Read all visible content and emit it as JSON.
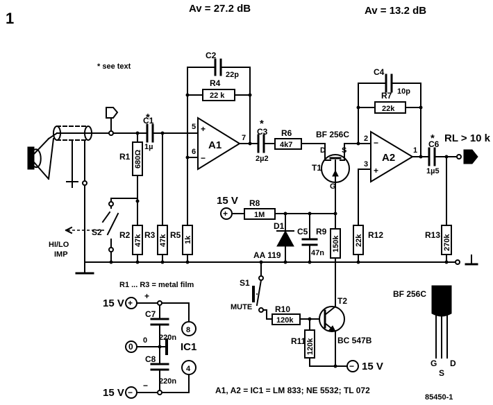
{
  "figure_number": "1",
  "gain_stage1": "Av = 27.2 dB",
  "gain_stage2": "Av = 13.2 dB",
  "note": "* see text",
  "load_label": "RL > 10 k",
  "hilo_label": "HI/LO",
  "hilo_label2": "IMP",
  "resistor_note": "R1 ... R3 = metal film",
  "opamp_note": "A1, A2 = IC1 = LM 833; NE 5532; TL 072",
  "drawing_number": "85450-1",
  "supply_plus_15": "15 V",
  "supply_minus_15": "15 V",
  "supply_15v_top": "15 V",
  "supply_minus15_t2": "15 V",
  "zero_label": "0",
  "ic1_label": "IC1",
  "pin8": "8",
  "pin4": "4",
  "plus_sign": "+",
  "minus_sign": "−",
  "components": {
    "C1": {
      "name": "C1",
      "value": "1µ"
    },
    "C2": {
      "name": "C2",
      "value": "22p"
    },
    "C3": {
      "name": "C3",
      "value": "2µ2"
    },
    "C4": {
      "name": "C4",
      "value": "10p"
    },
    "C5": {
      "name": "C5",
      "value": "47n"
    },
    "C6": {
      "name": "C6",
      "value": "1µ5"
    },
    "C7": {
      "name": "C7",
      "value": "220n"
    },
    "C8": {
      "name": "C8",
      "value": "220n"
    },
    "R1": {
      "name": "R1",
      "value": "680Ω"
    },
    "R2": {
      "name": "R2",
      "value": "47k"
    },
    "R3": {
      "name": "R3",
      "value": "47k"
    },
    "R4": {
      "name": "R4",
      "value": "22 k"
    },
    "R5": {
      "name": "R5",
      "value": "1k"
    },
    "R6": {
      "name": "R6",
      "value": "4k7"
    },
    "R7": {
      "name": "R7",
      "value": "22k"
    },
    "R8": {
      "name": "R8",
      "value": "1M"
    },
    "R9": {
      "name": "R9",
      "value": "150k"
    },
    "R10": {
      "name": "R10",
      "value": "120k"
    },
    "R11": {
      "name": "R11",
      "value": "120k"
    },
    "R12": {
      "name": "R12",
      "value": "22k"
    },
    "R13": {
      "name": "R13",
      "value": "270k"
    },
    "D1": {
      "name": "D1",
      "value": "AA 119"
    },
    "T1": {
      "name": "T1",
      "value": "BF 256C"
    },
    "T2": {
      "name": "T2",
      "value": "BC 547B"
    },
    "A1": {
      "name": "A1"
    },
    "A2": {
      "name": "A2"
    },
    "S1": {
      "name": "S1",
      "value": "MUTE"
    },
    "S2": {
      "name": "S2"
    }
  },
  "pins": {
    "a1_in_plus": "5",
    "a1_in_minus": "6",
    "a1_out": "7",
    "a2_in_minus": "2",
    "a2_in_plus": "3",
    "a2_out": "1",
    "t1_d": "D",
    "t1_s": "S",
    "t1_g": "G"
  },
  "package": {
    "title": "BF 256C",
    "leads": [
      "G",
      "S",
      "D"
    ]
  }
}
